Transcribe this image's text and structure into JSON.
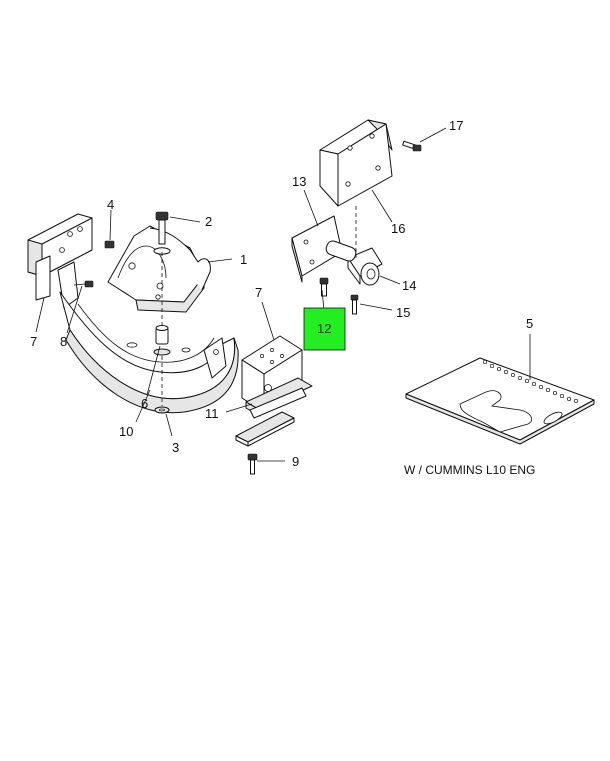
{
  "callouts": [
    {
      "id": "1",
      "label": "1"
    },
    {
      "id": "2",
      "label": "2"
    },
    {
      "id": "3",
      "label": "3"
    },
    {
      "id": "4",
      "label": "4"
    },
    {
      "id": "5",
      "label": "5"
    },
    {
      "id": "6",
      "label": "6"
    },
    {
      "id": "7a",
      "label": "7"
    },
    {
      "id": "7b",
      "label": "7"
    },
    {
      "id": "8",
      "label": "8"
    },
    {
      "id": "9",
      "label": "9"
    },
    {
      "id": "10",
      "label": "10"
    },
    {
      "id": "11",
      "label": "11"
    },
    {
      "id": "12",
      "label": "12",
      "highlighted": true
    },
    {
      "id": "13",
      "label": "13"
    },
    {
      "id": "14",
      "label": "14"
    },
    {
      "id": "15",
      "label": "15"
    },
    {
      "id": "16",
      "label": "16"
    },
    {
      "id": "17",
      "label": "17"
    }
  ],
  "note": "W / CUMMINS L10 ENG",
  "colors": {
    "highlight": "#22ee22",
    "line": "#111111"
  }
}
